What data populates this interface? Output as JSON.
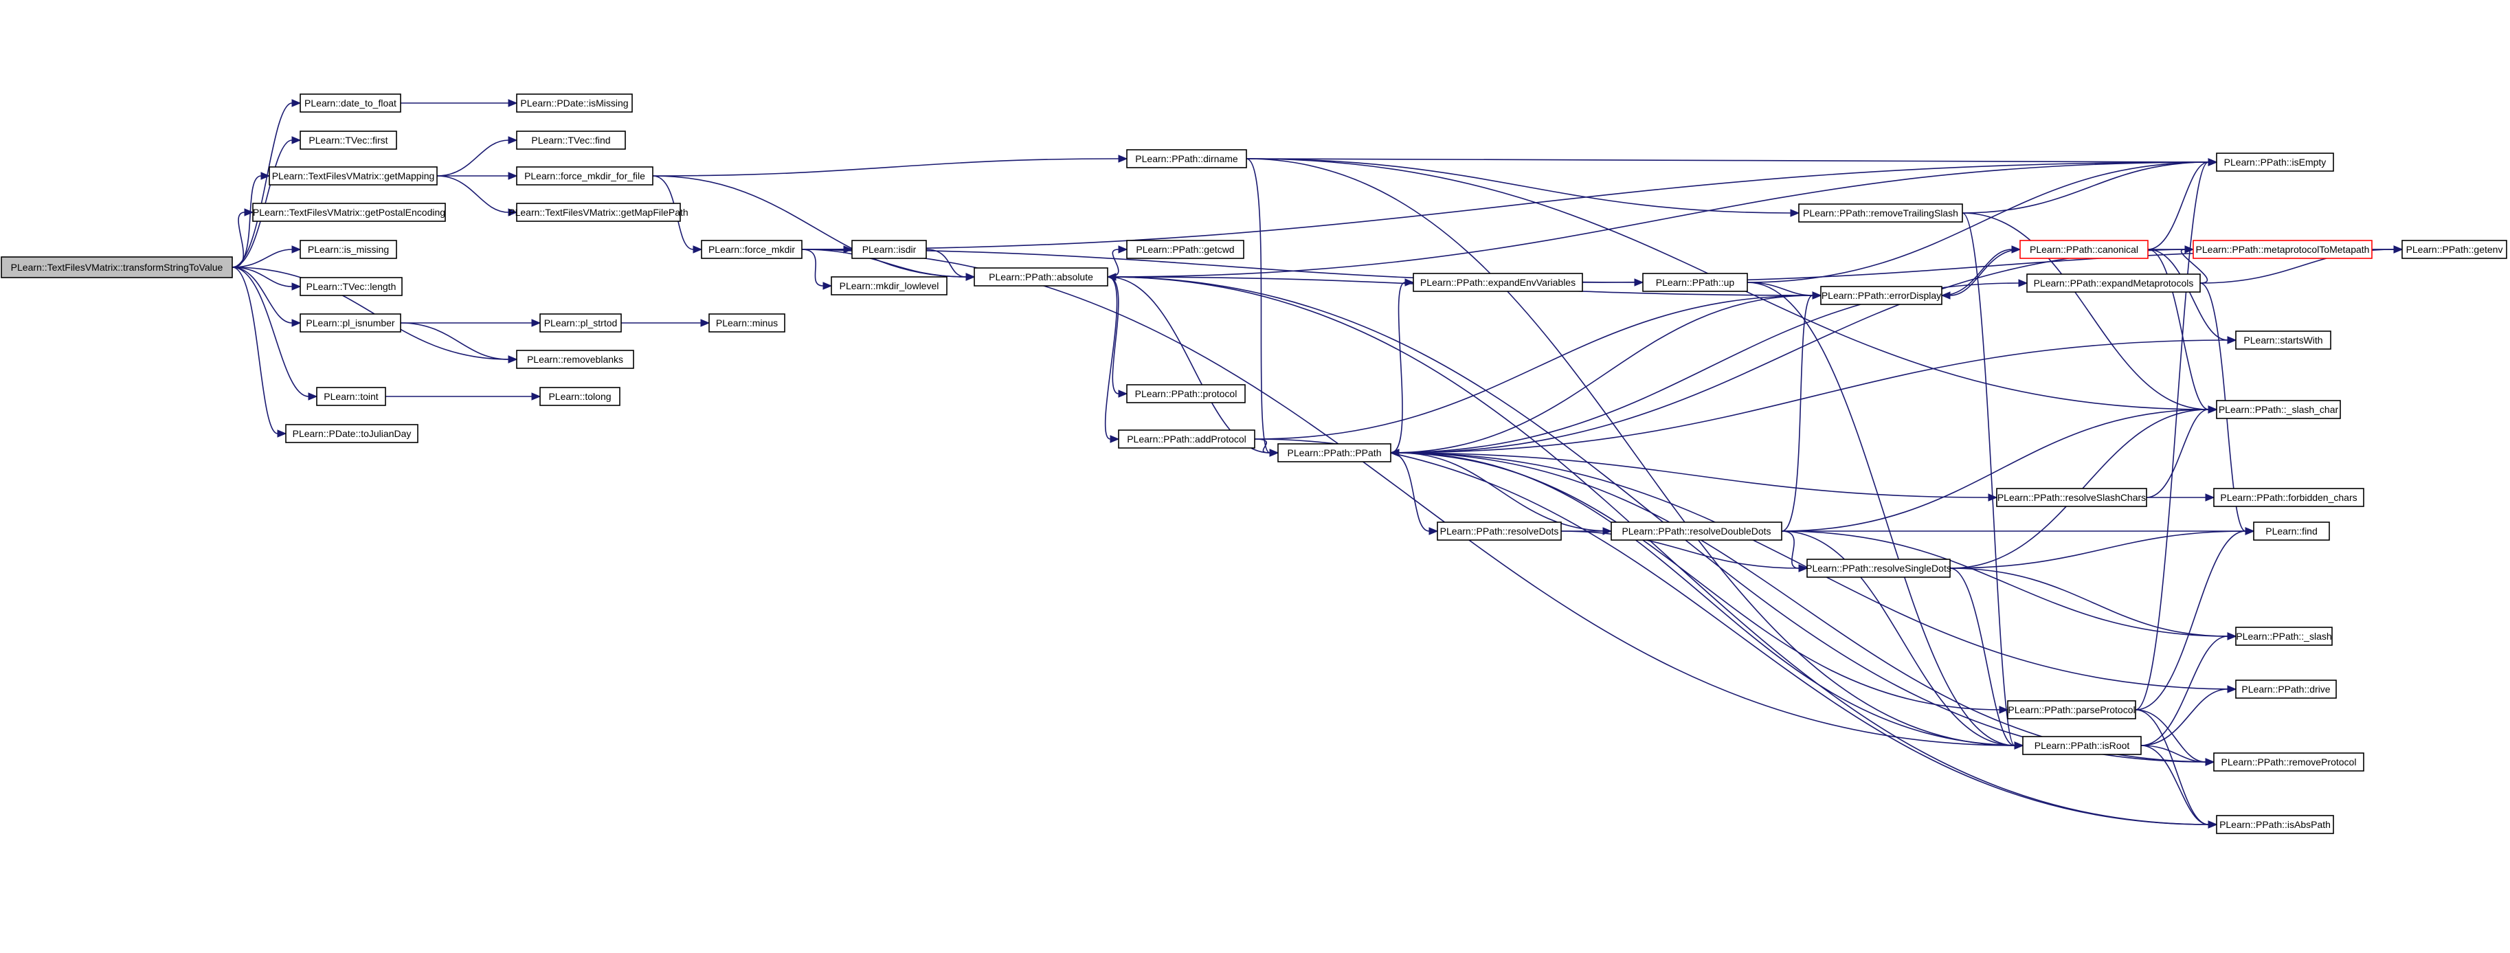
{
  "colors": {
    "edge": "#191970",
    "root_fill": "#bfbfbf",
    "truncated_border": "#ff0000"
  },
  "nodes": [
    {
      "id": "root",
      "label": "PLearn::TextFilesVMatrix::transformStringToValue",
      "kind": "root"
    },
    {
      "id": "date_to_float",
      "label": "PLearn::date_to_float"
    },
    {
      "id": "PDate_isMissing",
      "label": "PLearn::PDate::isMissing"
    },
    {
      "id": "TVec_first",
      "label": "PLearn::TVec::first"
    },
    {
      "id": "getMapping",
      "label": "PLearn::TextFilesVMatrix::getMapping"
    },
    {
      "id": "TVec_find",
      "label": "PLearn::TVec::find"
    },
    {
      "id": "force_mkdir_for_file",
      "label": "PLearn::force_mkdir_for_file"
    },
    {
      "id": "getMapFilePath",
      "label": "PLearn::TextFilesVMatrix::getMapFilePath"
    },
    {
      "id": "getPostalEncoding",
      "label": "PLearn::TextFilesVMatrix::getPostalEncoding"
    },
    {
      "id": "is_missing",
      "label": "PLearn::is_missing"
    },
    {
      "id": "TVec_length",
      "label": "PLearn::TVec::length"
    },
    {
      "id": "pl_isnumber",
      "label": "PLearn::pl_isnumber"
    },
    {
      "id": "pl_strtod",
      "label": "PLearn::pl_strtod"
    },
    {
      "id": "minus",
      "label": "PLearn::minus"
    },
    {
      "id": "removeblanks",
      "label": "PLearn::removeblanks"
    },
    {
      "id": "toint",
      "label": "PLearn::toint"
    },
    {
      "id": "tolong",
      "label": "PLearn::tolong"
    },
    {
      "id": "toJulianDay",
      "label": "PLearn::PDate::toJulianDay"
    },
    {
      "id": "force_mkdir",
      "label": "PLearn::force_mkdir"
    },
    {
      "id": "isdir",
      "label": "PLearn::isdir"
    },
    {
      "id": "mkdir_lowlevel",
      "label": "PLearn::mkdir_lowlevel"
    },
    {
      "id": "absolute",
      "label": "PLearn::PPath::absolute"
    },
    {
      "id": "dirname",
      "label": "PLearn::PPath::dirname"
    },
    {
      "id": "getcwd",
      "label": "PLearn::PPath::getcwd"
    },
    {
      "id": "protocol",
      "label": "PLearn::PPath::protocol"
    },
    {
      "id": "addProtocol",
      "label": "PLearn::PPath::addProtocol"
    },
    {
      "id": "PPath",
      "label": "PLearn::PPath::PPath"
    },
    {
      "id": "expandEnvVariables",
      "label": "PLearn::PPath::expandEnvVariables"
    },
    {
      "id": "resolveDots",
      "label": "PLearn::PPath::resolveDots"
    },
    {
      "id": "resolveDoubleDots",
      "label": "PLearn::PPath::resolveDoubleDots"
    },
    {
      "id": "removeTrailingSlash",
      "label": "PLearn::PPath::removeTrailingSlash"
    },
    {
      "id": "up",
      "label": "PLearn::PPath::up"
    },
    {
      "id": "errorDisplay",
      "label": "PLearn::PPath::errorDisplay"
    },
    {
      "id": "resolveSingleDots",
      "label": "PLearn::PPath::resolveSingleDots"
    },
    {
      "id": "resolveSlashChars",
      "label": "PLearn::PPath::resolveSlashChars"
    },
    {
      "id": "parseProtocol",
      "label": "PLearn::PPath::parseProtocol"
    },
    {
      "id": "isRoot",
      "label": "PLearn::PPath::isRoot"
    },
    {
      "id": "canonical",
      "label": "PLearn::PPath::canonical",
      "kind": "truncated"
    },
    {
      "id": "expandMetaprotocols",
      "label": "PLearn::PPath::expandMetaprotocols"
    },
    {
      "id": "metaprotocolToMetapath",
      "label": "PLearn::PPath::metaprotocolToMetapath",
      "kind": "truncated"
    },
    {
      "id": "isEmpty",
      "label": "PLearn::PPath::isEmpty"
    },
    {
      "id": "getenv",
      "label": "PLearn::PPath::getenv"
    },
    {
      "id": "startsWith",
      "label": "PLearn::startsWith"
    },
    {
      "id": "_slash_char",
      "label": "PLearn::PPath::_slash_char"
    },
    {
      "id": "forbidden_chars",
      "label": "PLearn::PPath::forbidden_chars"
    },
    {
      "id": "find",
      "label": "PLearn::find"
    },
    {
      "id": "_slash",
      "label": "PLearn::PPath::_slash"
    },
    {
      "id": "drive",
      "label": "PLearn::PPath::drive"
    },
    {
      "id": "removeProtocol",
      "label": "PLearn::PPath::removeProtocol"
    },
    {
      "id": "isAbsPath",
      "label": "PLearn::PPath::isAbsPath"
    }
  ],
  "edges": [
    [
      "root",
      "date_to_float"
    ],
    [
      "root",
      "TVec_first"
    ],
    [
      "root",
      "getMapping"
    ],
    [
      "root",
      "getPostalEncoding"
    ],
    [
      "root",
      "is_missing"
    ],
    [
      "root",
      "TVec_length"
    ],
    [
      "root",
      "pl_isnumber"
    ],
    [
      "root",
      "removeblanks"
    ],
    [
      "root",
      "toint"
    ],
    [
      "root",
      "toJulianDay"
    ],
    [
      "date_to_float",
      "PDate_isMissing"
    ],
    [
      "getMapping",
      "TVec_find"
    ],
    [
      "getMapping",
      "force_mkdir_for_file"
    ],
    [
      "getMapping",
      "getMapFilePath"
    ],
    [
      "pl_isnumber",
      "pl_strtod"
    ],
    [
      "pl_isnumber",
      "removeblanks"
    ],
    [
      "pl_strtod",
      "minus"
    ],
    [
      "toint",
      "tolong"
    ],
    [
      "force_mkdir_for_file",
      "dirname"
    ],
    [
      "force_mkdir_for_file",
      "force_mkdir"
    ],
    [
      "force_mkdir_for_file",
      "absolute"
    ],
    [
      "force_mkdir",
      "isdir"
    ],
    [
      "force_mkdir",
      "mkdir_lowlevel"
    ],
    [
      "force_mkdir",
      "absolute"
    ],
    [
      "force_mkdir",
      "up"
    ],
    [
      "force_mkdir",
      "isEmpty"
    ],
    [
      "force_mkdir",
      "isRoot"
    ],
    [
      "isdir",
      "absolute"
    ],
    [
      "absolute",
      "getcwd"
    ],
    [
      "absolute",
      "protocol"
    ],
    [
      "absolute",
      "addProtocol"
    ],
    [
      "absolute",
      "PPath"
    ],
    [
      "absolute",
      "isEmpty"
    ],
    [
      "absolute",
      "isAbsPath"
    ],
    [
      "absolute",
      "removeProtocol"
    ],
    [
      "dirname",
      "PPath"
    ],
    [
      "dirname",
      "isEmpty"
    ],
    [
      "dirname",
      "removeTrailingSlash"
    ],
    [
      "dirname",
      "_slash_char"
    ],
    [
      "dirname",
      "isRoot"
    ],
    [
      "addProtocol",
      "PPath"
    ],
    [
      "addProtocol",
      "errorDisplay"
    ],
    [
      "addProtocol",
      "isAbsPath"
    ],
    [
      "PPath",
      "expandEnvVariables"
    ],
    [
      "PPath",
      "resolveDots"
    ],
    [
      "PPath",
      "resolveSlashChars"
    ],
    [
      "PPath",
      "errorDisplay"
    ],
    [
      "PPath",
      "expandMetaprotocols"
    ],
    [
      "PPath",
      "startsWith"
    ],
    [
      "PPath",
      "parseProtocol"
    ],
    [
      "expandEnvVariables",
      "getenv"
    ],
    [
      "resolveDots",
      "resolveDoubleDots"
    ],
    [
      "resolveDots",
      "resolveSingleDots"
    ],
    [
      "resolveDoubleDots",
      "PPath"
    ],
    [
      "resolveDoubleDots",
      "errorDisplay"
    ],
    [
      "resolveDoubleDots",
      "_slash_char"
    ],
    [
      "resolveDoubleDots",
      "find"
    ],
    [
      "resolveDoubleDots",
      "resolveSingleDots"
    ],
    [
      "resolveDoubleDots",
      "_slash"
    ],
    [
      "resolveDoubleDots",
      "isRoot"
    ],
    [
      "resolveSingleDots",
      "_slash_char"
    ],
    [
      "resolveSingleDots",
      "find"
    ],
    [
      "resolveSingleDots",
      "_slash"
    ],
    [
      "resolveSingleDots",
      "isRoot"
    ],
    [
      "resolveSlashChars",
      "_slash_char"
    ],
    [
      "resolveSlashChars",
      "forbidden_chars"
    ],
    [
      "removeTrailingSlash",
      "isEmpty"
    ],
    [
      "removeTrailingSlash",
      "_slash_char"
    ],
    [
      "removeTrailingSlash",
      "isRoot"
    ],
    [
      "up",
      "isEmpty"
    ],
    [
      "up",
      "errorDisplay"
    ],
    [
      "up",
      "isRoot"
    ],
    [
      "errorDisplay",
      "absolute"
    ],
    [
      "errorDisplay",
      "canonical"
    ],
    [
      "canonical",
      "errorDisplay"
    ],
    [
      "canonical",
      "metaprotocolToMetapath"
    ],
    [
      "canonical",
      "isEmpty"
    ],
    [
      "canonical",
      "startsWith"
    ],
    [
      "canonical",
      "_slash_char"
    ],
    [
      "expandMetaprotocols",
      "metaprotocolToMetapath"
    ],
    [
      "expandMetaprotocols",
      "getenv"
    ],
    [
      "expandMetaprotocols",
      "find"
    ],
    [
      "metaprotocolToMetapath",
      "getenv"
    ],
    [
      "metaprotocolToMetapath",
      "PPath"
    ],
    [
      "parseProtocol",
      "isEmpty"
    ],
    [
      "parseProtocol",
      "find"
    ],
    [
      "parseProtocol",
      "isAbsPath"
    ],
    [
      "parseProtocol",
      "removeProtocol"
    ],
    [
      "isRoot",
      "_slash"
    ],
    [
      "isRoot",
      "drive"
    ],
    [
      "isRoot",
      "removeProtocol"
    ],
    [
      "isRoot",
      "isAbsPath"
    ],
    [
      "isRoot",
      "PPath"
    ],
    [
      "drive",
      "PPath"
    ],
    [
      "removeProtocol",
      "PPath"
    ]
  ]
}
